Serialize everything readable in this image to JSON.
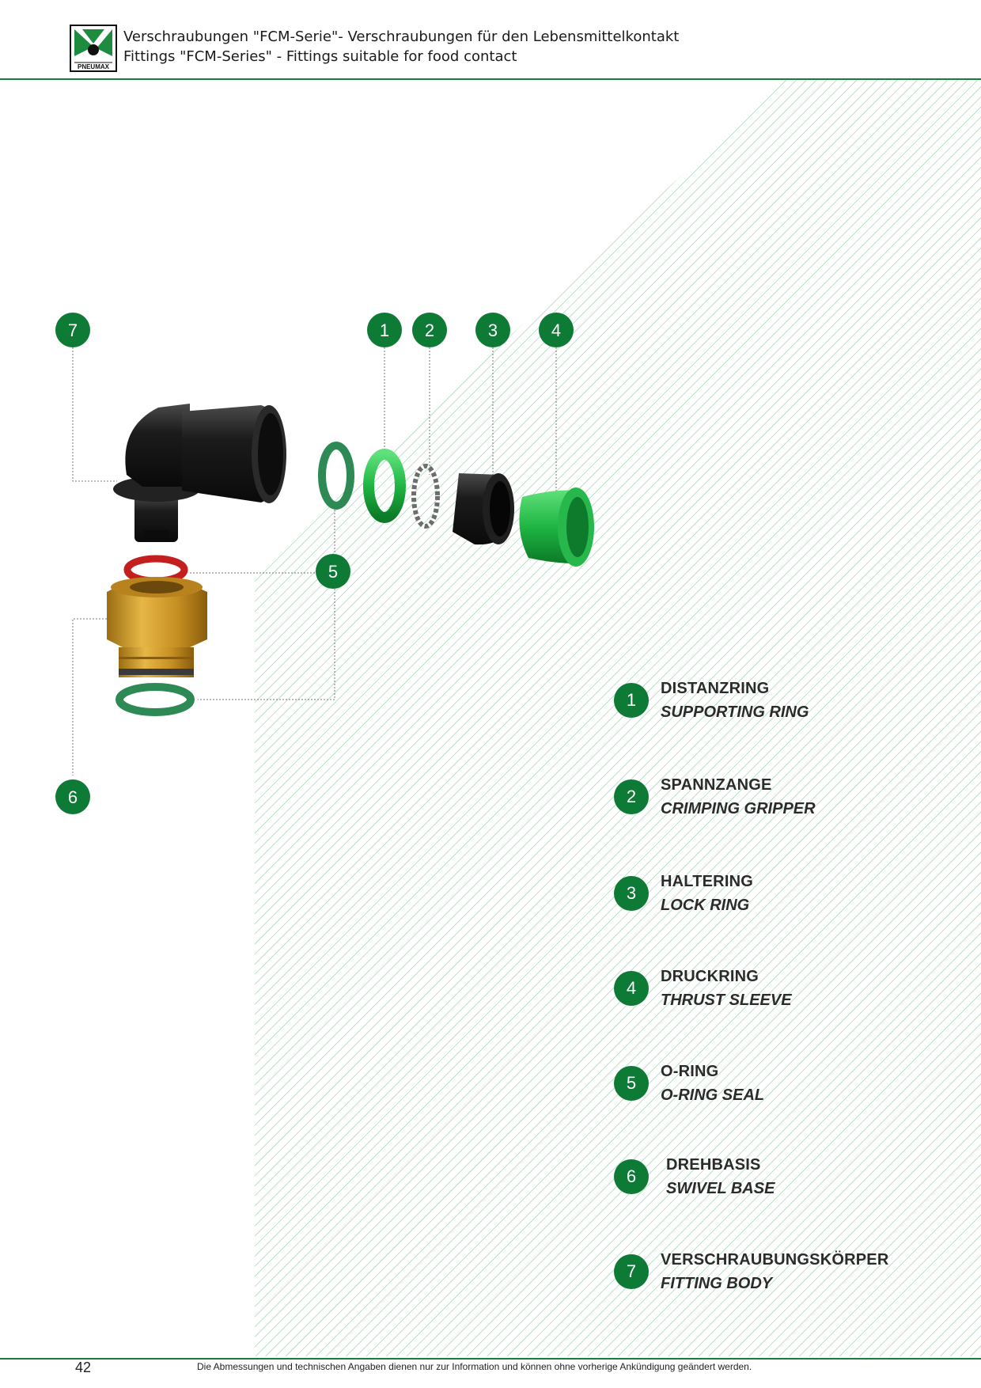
{
  "header": {
    "logo_text": "PNEUMAX",
    "title_de": "Verschraubungen \"FCM-Serie\"- Verschraubungen für den Lebensmittelkontakt",
    "title_en": "Fittings \"FCM-Series\" - Fittings suitable for food contact"
  },
  "callouts": [
    "7",
    "1",
    "2",
    "3",
    "4",
    "5",
    "6"
  ],
  "legend": [
    {
      "num": "1",
      "de": "DISTANZRING",
      "en": "SUPPORTING RING"
    },
    {
      "num": "2",
      "de": "SPANNZANGE",
      "en": "CRIMPING GRIPPER"
    },
    {
      "num": "3",
      "de": "HALTERING",
      "en": "LOCK RING"
    },
    {
      "num": "4",
      "de": "DRUCKRING",
      "en": "THRUST SLEEVE"
    },
    {
      "num": "5",
      "de": "O-RING",
      "en": "O-RING SEAL"
    },
    {
      "num": "6",
      "de": "DREHBASIS",
      "en": "SWIVEL BASE"
    },
    {
      "num": "7",
      "de": "VERSCHRAUBUNGSKÖRPER",
      "en": "FITTING BODY"
    }
  ],
  "footer": {
    "page_number": "42",
    "note": "Die Abmessungen und technischen Angaben dienen nur zur Information und können ohne vorherige Ankündigung geändert werden."
  },
  "colors": {
    "brand_green": "#0d7a35",
    "rule_green": "#1b7d3a",
    "hatch_green": "#8fc9a0"
  }
}
